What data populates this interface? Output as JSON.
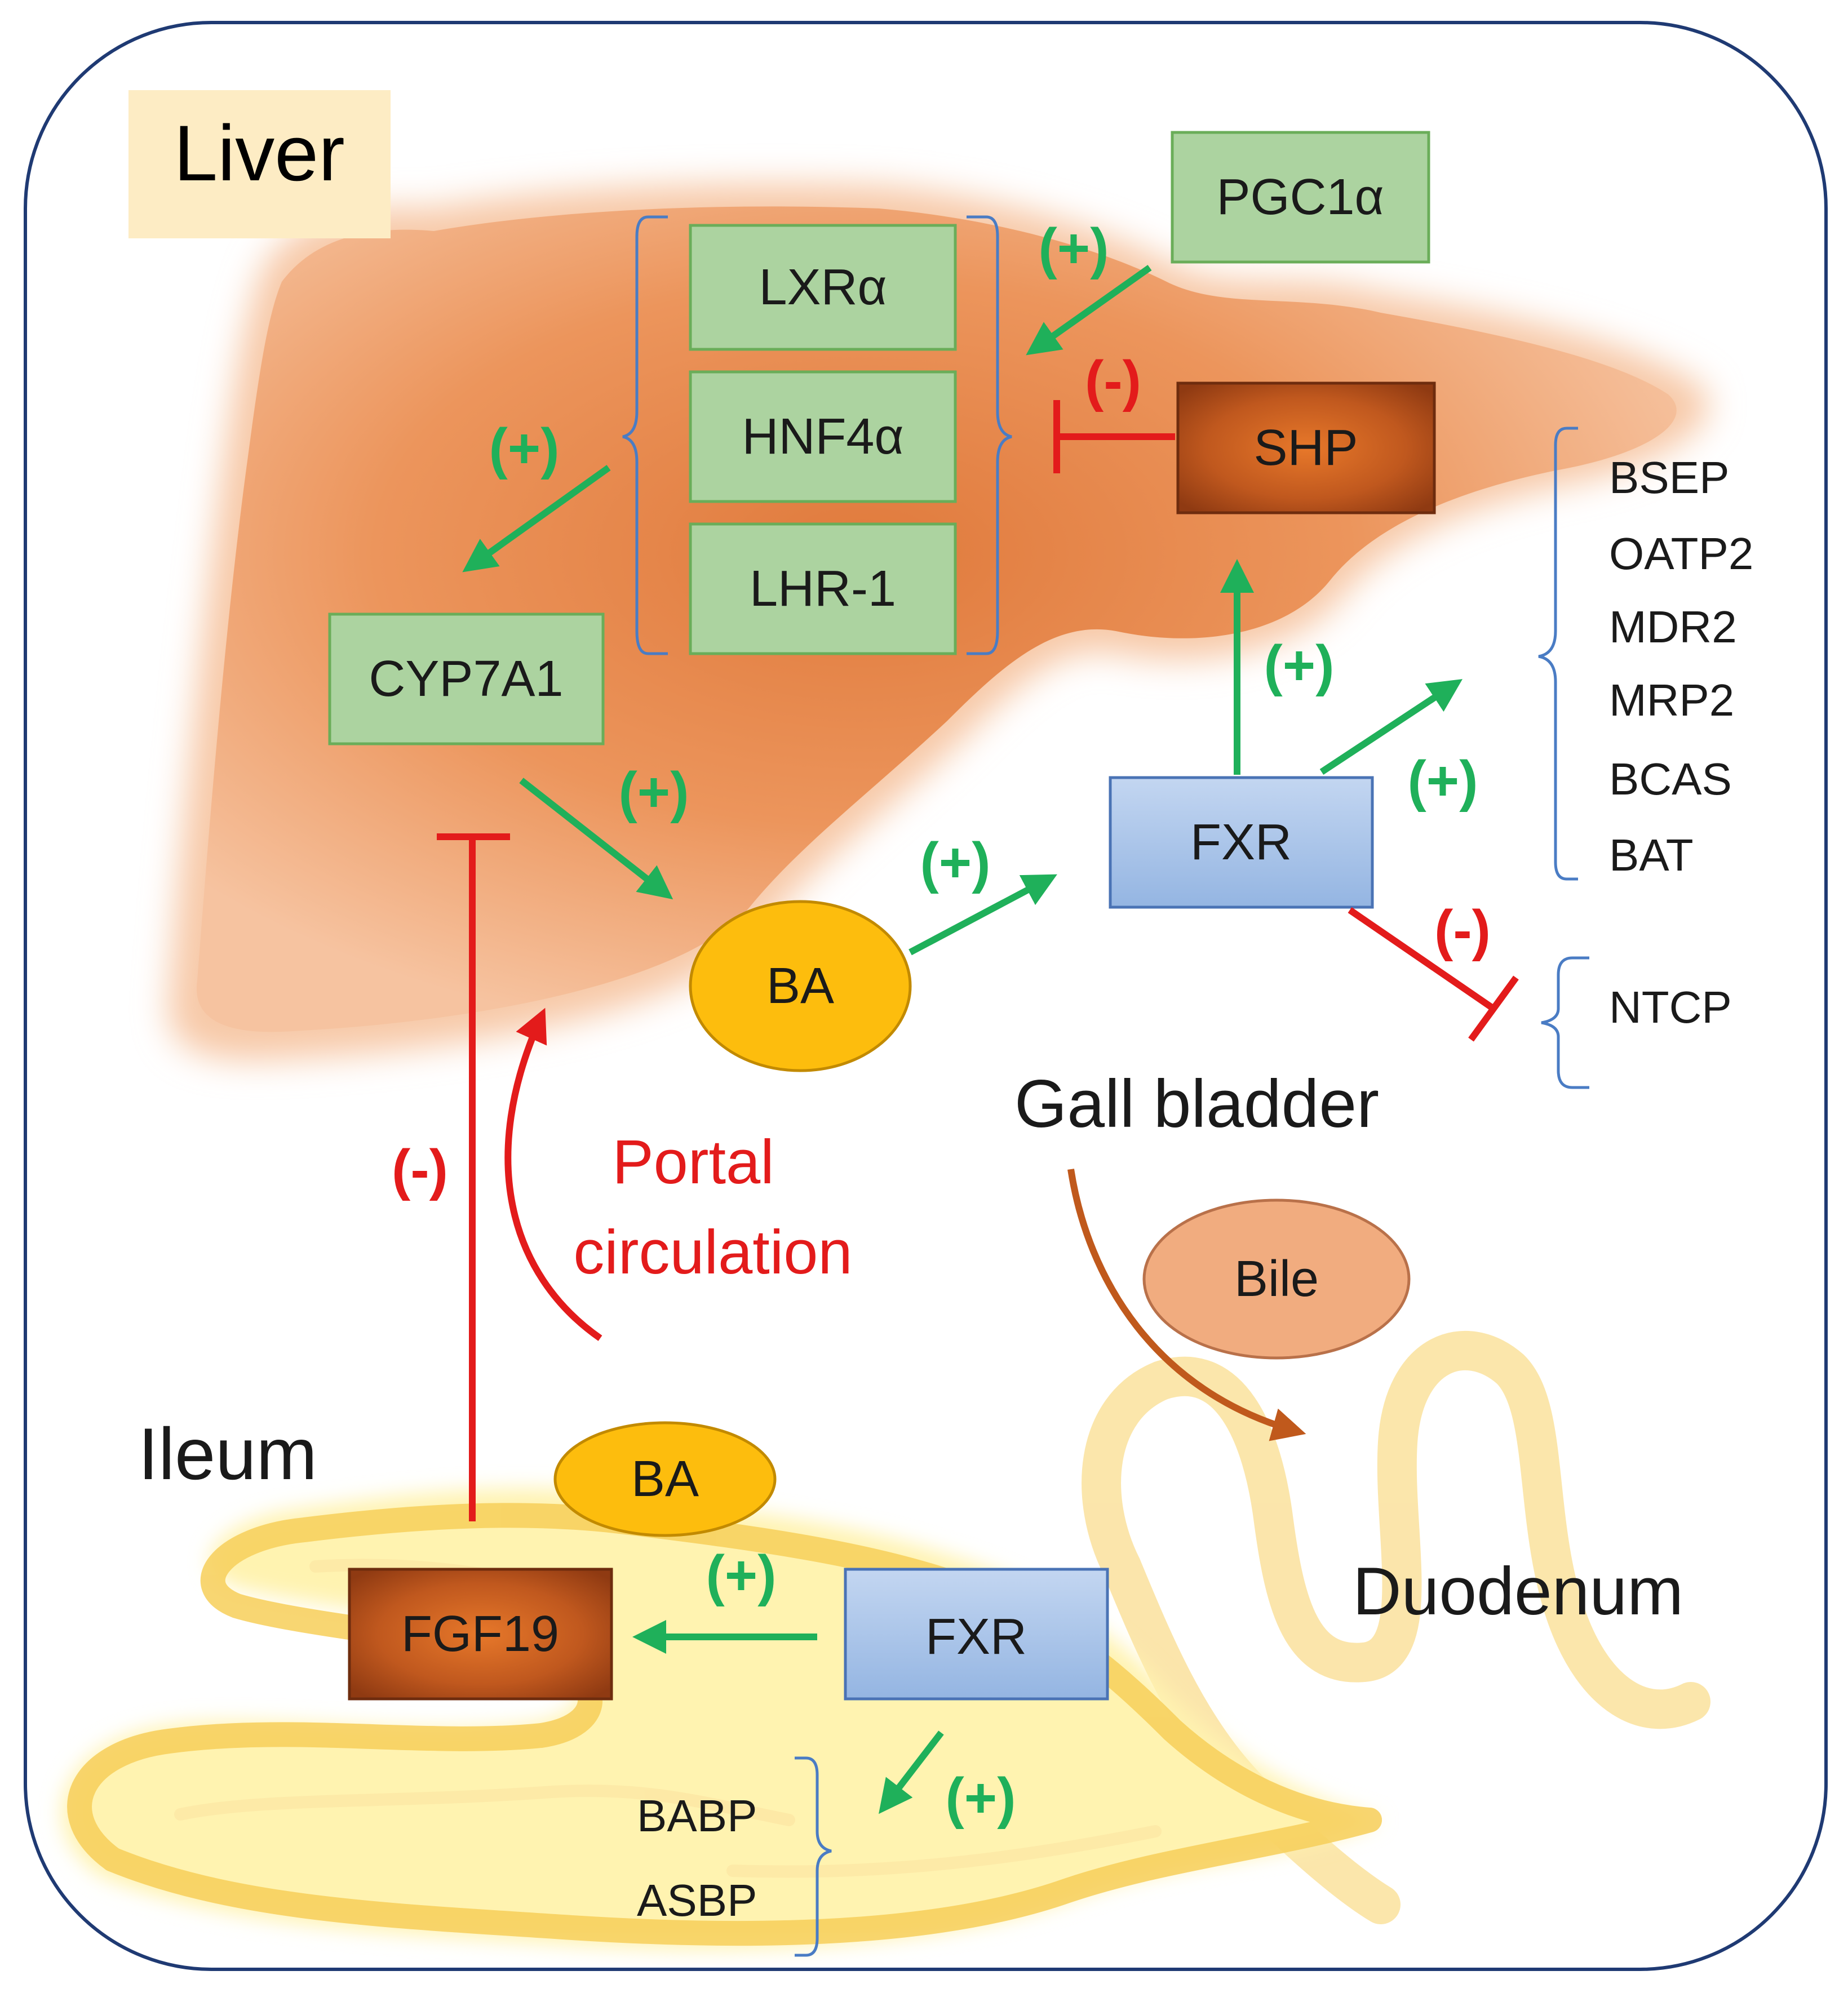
{
  "labels": {
    "liver": "Liver",
    "ileum": "Ileum",
    "duodenum": "Duodenum",
    "gall_bladder": "Gall bladder",
    "portal": [
      "Portal",
      "circulation"
    ]
  },
  "nodes": {
    "pgc1a": "PGC1α",
    "lxra": "LXRα",
    "hnf4a": "HNF4α",
    "lhr1": "LHR-1",
    "shp": "SHP",
    "cyp7a1": "CYP7A1",
    "fxr_liver": "FXR",
    "ba_liver": "BA",
    "bile": "Bile",
    "ba_ileum": "BA",
    "fgf19": "FGF19",
    "fxr_ileum": "FXR"
  },
  "transporters_upregulated": [
    "BSEP",
    "OATP2",
    "MDR2",
    "MRP2",
    "BCAS",
    "BAT"
  ],
  "transporters_downregulated": [
    "NTCP"
  ],
  "ileal_targets": [
    "BABP",
    "ASBP"
  ],
  "signs": {
    "pgc_to_cluster": "(+)",
    "shp_to_cluster": "(-)",
    "cluster_to_cyp": "(+)",
    "fxr_to_shp": "(+)",
    "fxr_to_transporters": "(+)",
    "cyp_to_ba": "(+)",
    "ba_to_fxr": "(+)",
    "fxr_to_ntcp": "(-)",
    "fgf19_to_cyp": "(-)",
    "fxr_to_fgf19": "(+)",
    "fxr_to_babp": "(+)"
  },
  "colors": {
    "activation": "#1fb05a",
    "inhibition": "#e31b1b",
    "green_box": "#acd3a0",
    "blue_box": "#a9c5ea",
    "ba_circle": "#fdbd0d",
    "bile": "#f1ac7f",
    "liver": "#ee9a64",
    "intestine": "#fbe08e",
    "bracket": "#4a7cc4",
    "bile_flow": "#c0591c"
  }
}
